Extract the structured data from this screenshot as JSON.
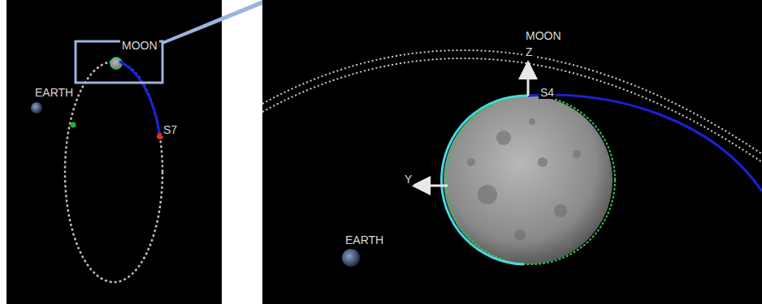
{
  "diagram": {
    "labels": [
      "MOON",
      "EARTH",
      "S7",
      "MOON",
      "Z",
      "S4",
      "Y",
      "EARTH"
    ]
  }
}
